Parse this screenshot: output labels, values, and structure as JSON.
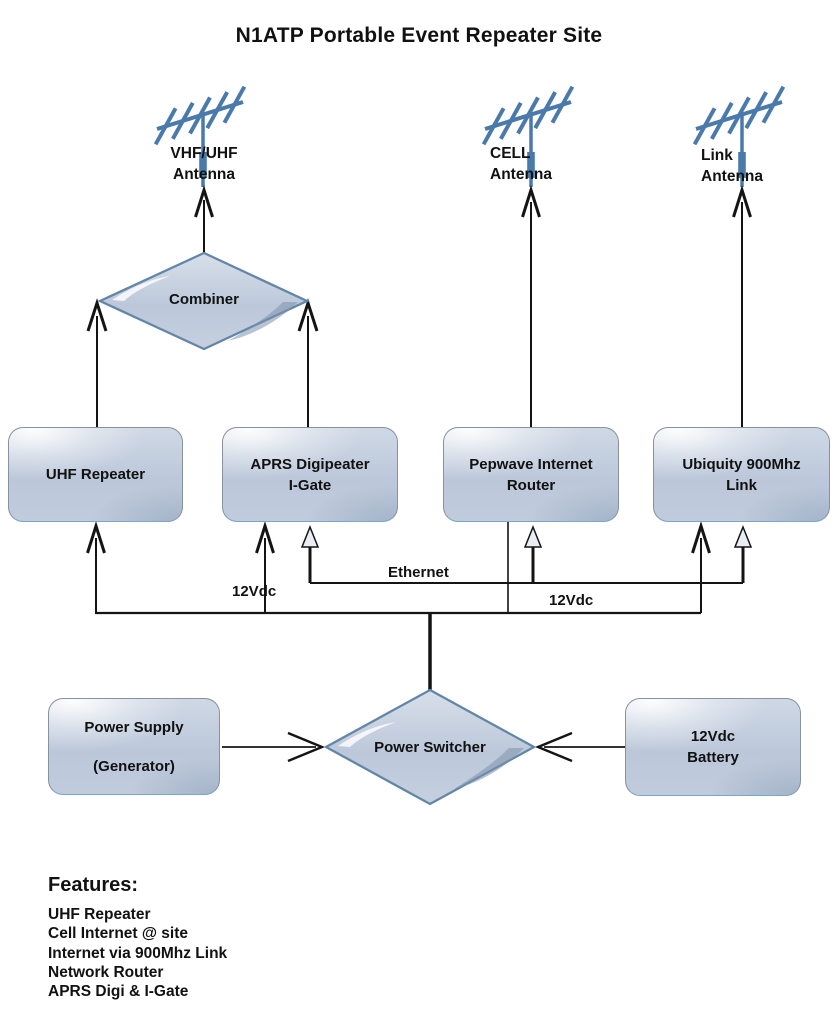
{
  "title": "N1ATP Portable Event Repeater Site",
  "antennas": [
    {
      "id": "vhf-uhf",
      "lines": [
        "VHF/UHF",
        "Antenna"
      ]
    },
    {
      "id": "cell",
      "lines": [
        "CELL",
        "Antenna"
      ]
    },
    {
      "id": "link",
      "lines": [
        "Link",
        "Antenna"
      ]
    }
  ],
  "diamonds": [
    {
      "id": "combiner",
      "label": "Combiner"
    },
    {
      "id": "power-switcher",
      "label": "Power Switcher"
    }
  ],
  "boxes": [
    {
      "id": "uhf-repeater",
      "lines": [
        "UHF Repeater"
      ]
    },
    {
      "id": "aprs-digipeater",
      "lines": [
        "APRS Digipeater",
        "I-Gate"
      ]
    },
    {
      "id": "pepwave-router",
      "lines": [
        "Pepwave Internet",
        "Router"
      ]
    },
    {
      "id": "ubiquity-link",
      "lines": [
        "Ubiquity 900Mhz",
        "Link"
      ]
    },
    {
      "id": "power-supply",
      "lines": [
        "Power Supply",
        "(Generator)"
      ]
    },
    {
      "id": "battery",
      "lines": [
        "12Vdc",
        "Battery"
      ]
    }
  ],
  "wire_labels": {
    "ethernet": "Ethernet",
    "dc_left": "12Vdc",
    "dc_right": "12Vdc"
  },
  "features": {
    "heading": "Features:",
    "items": [
      "UHF Repeater",
      "Cell Internet @ site",
      "Internet via 900Mhz Link",
      "Network Router",
      "APRS Digi & I-Gate"
    ]
  },
  "colors": {
    "antenna_blue": "#4a7aac",
    "node_border_gray": "#87929e",
    "node_border_blue": "#7aa5cc",
    "node_fill_top": "#cfd8e5",
    "node_fill_bottom": "#c0cbdc",
    "diamond_border": "#6286a8",
    "line_black": "#141414",
    "ethernet_arrow_fill": "#e9eef4"
  }
}
